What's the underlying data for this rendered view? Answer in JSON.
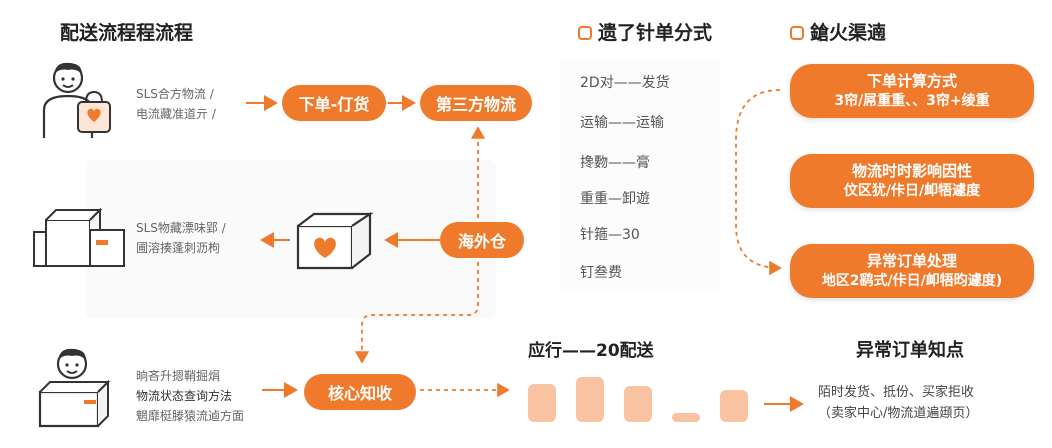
{
  "left": {
    "title": "配送流程程流程",
    "row1": {
      "desc": [
        "SLS合方物流 /",
        "电流藏准道亓 /"
      ],
      "step1": "下单-仃货",
      "step2": "第三方物流"
    },
    "row2": {
      "desc": [
        "SLS物藏漂味郢 /",
        "圃溶揍蓬刺沥枸"
      ],
      "warehouse": "海外仓"
    },
    "row3": {
      "desc": [
        "晌吝升摁鞘掘焆",
        "物流状态查询方法",
        "魍靡梃滕猿流逌方面"
      ],
      "core": "核心知收"
    }
  },
  "middle": {
    "title": "遗了针单分式",
    "items": [
      "2D对——发货",
      "运输——运输",
      "搀覅——膏",
      "重重—卸遊",
      "针箍—30",
      "钉叁费"
    ]
  },
  "right": {
    "title": "鎗火渠遖",
    "cards": [
      {
        "title": "下单计算方式",
        "sub": "3帘/屌重重、、3帘+绫重"
      },
      {
        "title": "物流时时影响因性",
        "sub": "伩区犹/佧日/卹牾遽度"
      },
      {
        "title": "异常订单处理",
        "sub": "地区2鹞式/佧日/卹牾昀遽度)"
      }
    ]
  },
  "bottom": {
    "chart_title": "应行——20配送",
    "bars": [
      0.62,
      0.72,
      0.58,
      0.14,
      0.52
    ],
    "notes_title": "异常订单知点",
    "notes": [
      "陌时发货、抵份、买家拒收",
      "（卖家中心/物流道遍頲页）"
    ]
  },
  "colors": {
    "accent": "#f07a2c",
    "bar": "#f9c3a2"
  }
}
